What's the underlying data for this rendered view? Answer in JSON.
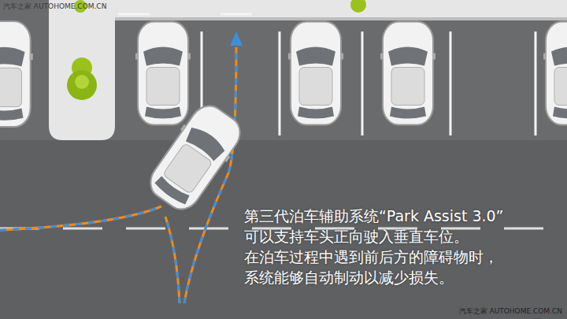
{
  "diagram": {
    "labels": [
      "汽车之家 AUTOHOME.COM.CN",
      "第三代泊车辅助系统“Park Assist 3.0”",
      "可以支持车头正向驶入垂直车位。",
      "在泊车过程中遇到前后方的障碍物时，",
      "系统能够自动制动以减少损失。",
      "汽车之家 AUTOHOME.COM.CN"
    ]
  }
}
